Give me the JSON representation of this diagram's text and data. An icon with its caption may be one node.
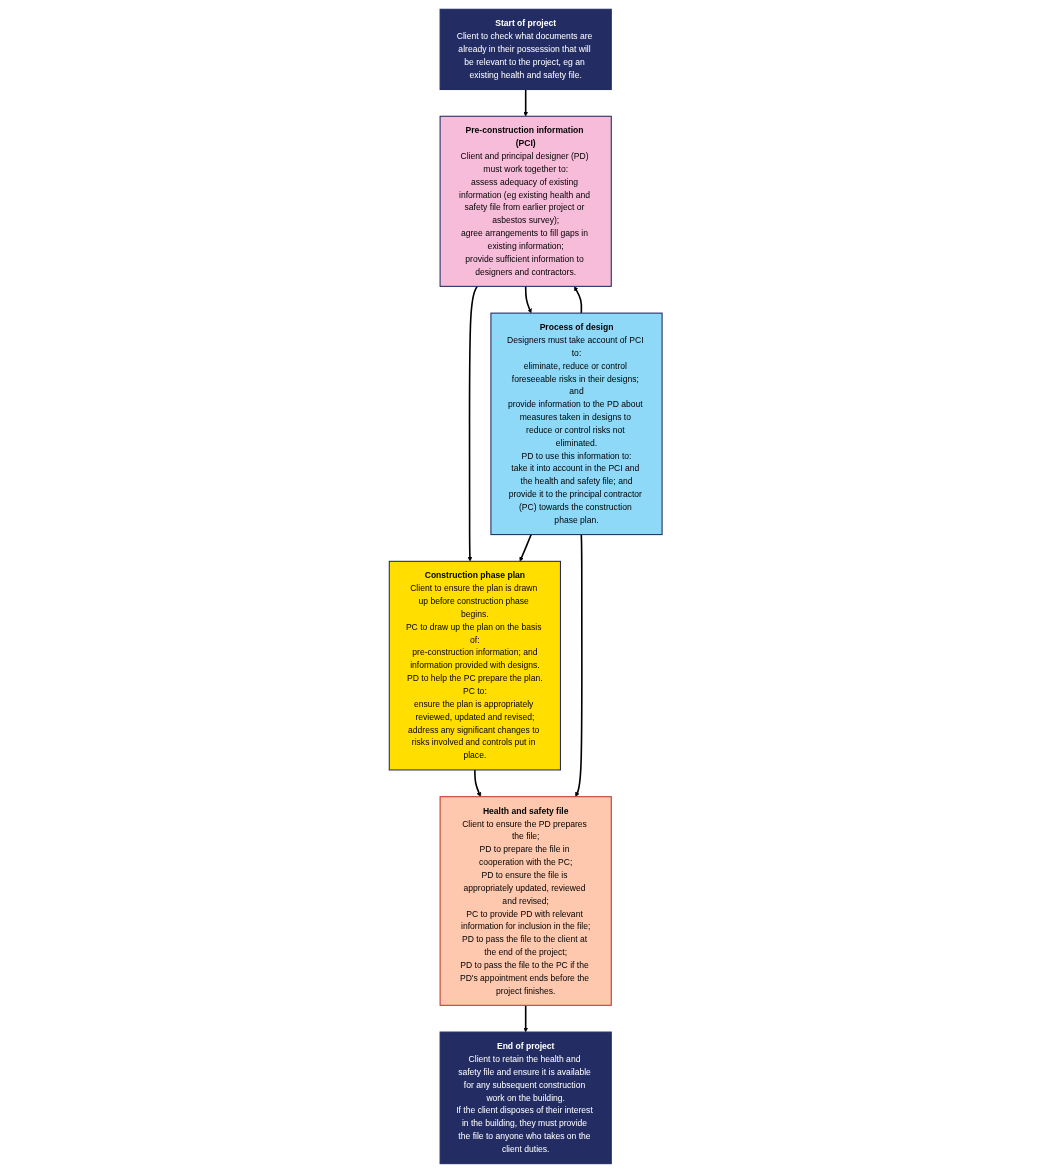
{
  "diagram": {
    "nodes": [
      {
        "text": [
          "Start of project",
          "Client to check what documents are already in their possession that will be relevant to the project, eg an existing health and safety file."
        ]
      },
      {
        "text": [
          "Pre-construction information (PCI)",
          "Client and principal designer (PD) must work together to:",
          "assess adequacy of existing information (eg existing health and safety file from earlier project or asbestos survey);",
          "agree arrangements to fill gaps in existing information;",
          "provide sufficient information to designers and contractors."
        ]
      },
      {
        "text": [
          "Process of design",
          "Designers must take account of PCI to:",
          "eliminate, reduce or control foreseeable risks in their designs; and",
          "provide information to the PD about measures taken in designs to reduce or control risks not eliminated.",
          "PD to use this information to:",
          "take it into account in the PCI and the health and safety file; and",
          "provide it to the principal contractor (PC) towards the construction phase plan."
        ]
      },
      {
        "text": [
          "Construction phase plan",
          "Client to ensure the plan is drawn up before construction phase begins.",
          "PC to draw up the plan on the basis of:",
          "pre-construction information; and",
          "information provided with designs.",
          "PD to help the PC prepare the plan.",
          "PC to:",
          "ensure the plan is appropriately reviewed, updated and revised;",
          "address any significant changes to risks involved and controls put in place."
        ]
      },
      {
        "text": [
          "Health and safety file",
          "Client to ensure the PD prepares the file;",
          "PD to prepare the file in cooperation with the PC;",
          "PD to ensure the file is appropriately updated, reviewed and revised;",
          "PC to provide PD with relevant information for inclusion in the file;",
          "PD to pass the file to the client at the end of the project;",
          "PD to pass the file to the PC if the PD's appointment ends before the project finishes."
        ]
      },
      {
        "text": [
          "End of project",
          "Client to retain the health and safety file and ensure it is available for any subsequent construction work on the building.",
          "If the client disposes of their interest in the building, they must provide the file to anyone who takes on the client duties."
        ]
      }
    ],
    "edges": [
      {
        "from": 0,
        "to": 1,
        "arrow": "to"
      },
      {
        "from": 1,
        "to": 2,
        "arrow": "to"
      },
      {
        "from": 2,
        "to": 1,
        "arrow": "to"
      },
      {
        "from": 1,
        "to": 3,
        "arrow": "to"
      },
      {
        "from": 2,
        "to": 3,
        "arrow": "to"
      },
      {
        "from": 3,
        "to": 4,
        "arrow": "to"
      },
      {
        "from": 2,
        "to": 4,
        "arrow": "to"
      },
      {
        "from": 4,
        "to": 5,
        "arrow": "to"
      }
    ]
  }
}
